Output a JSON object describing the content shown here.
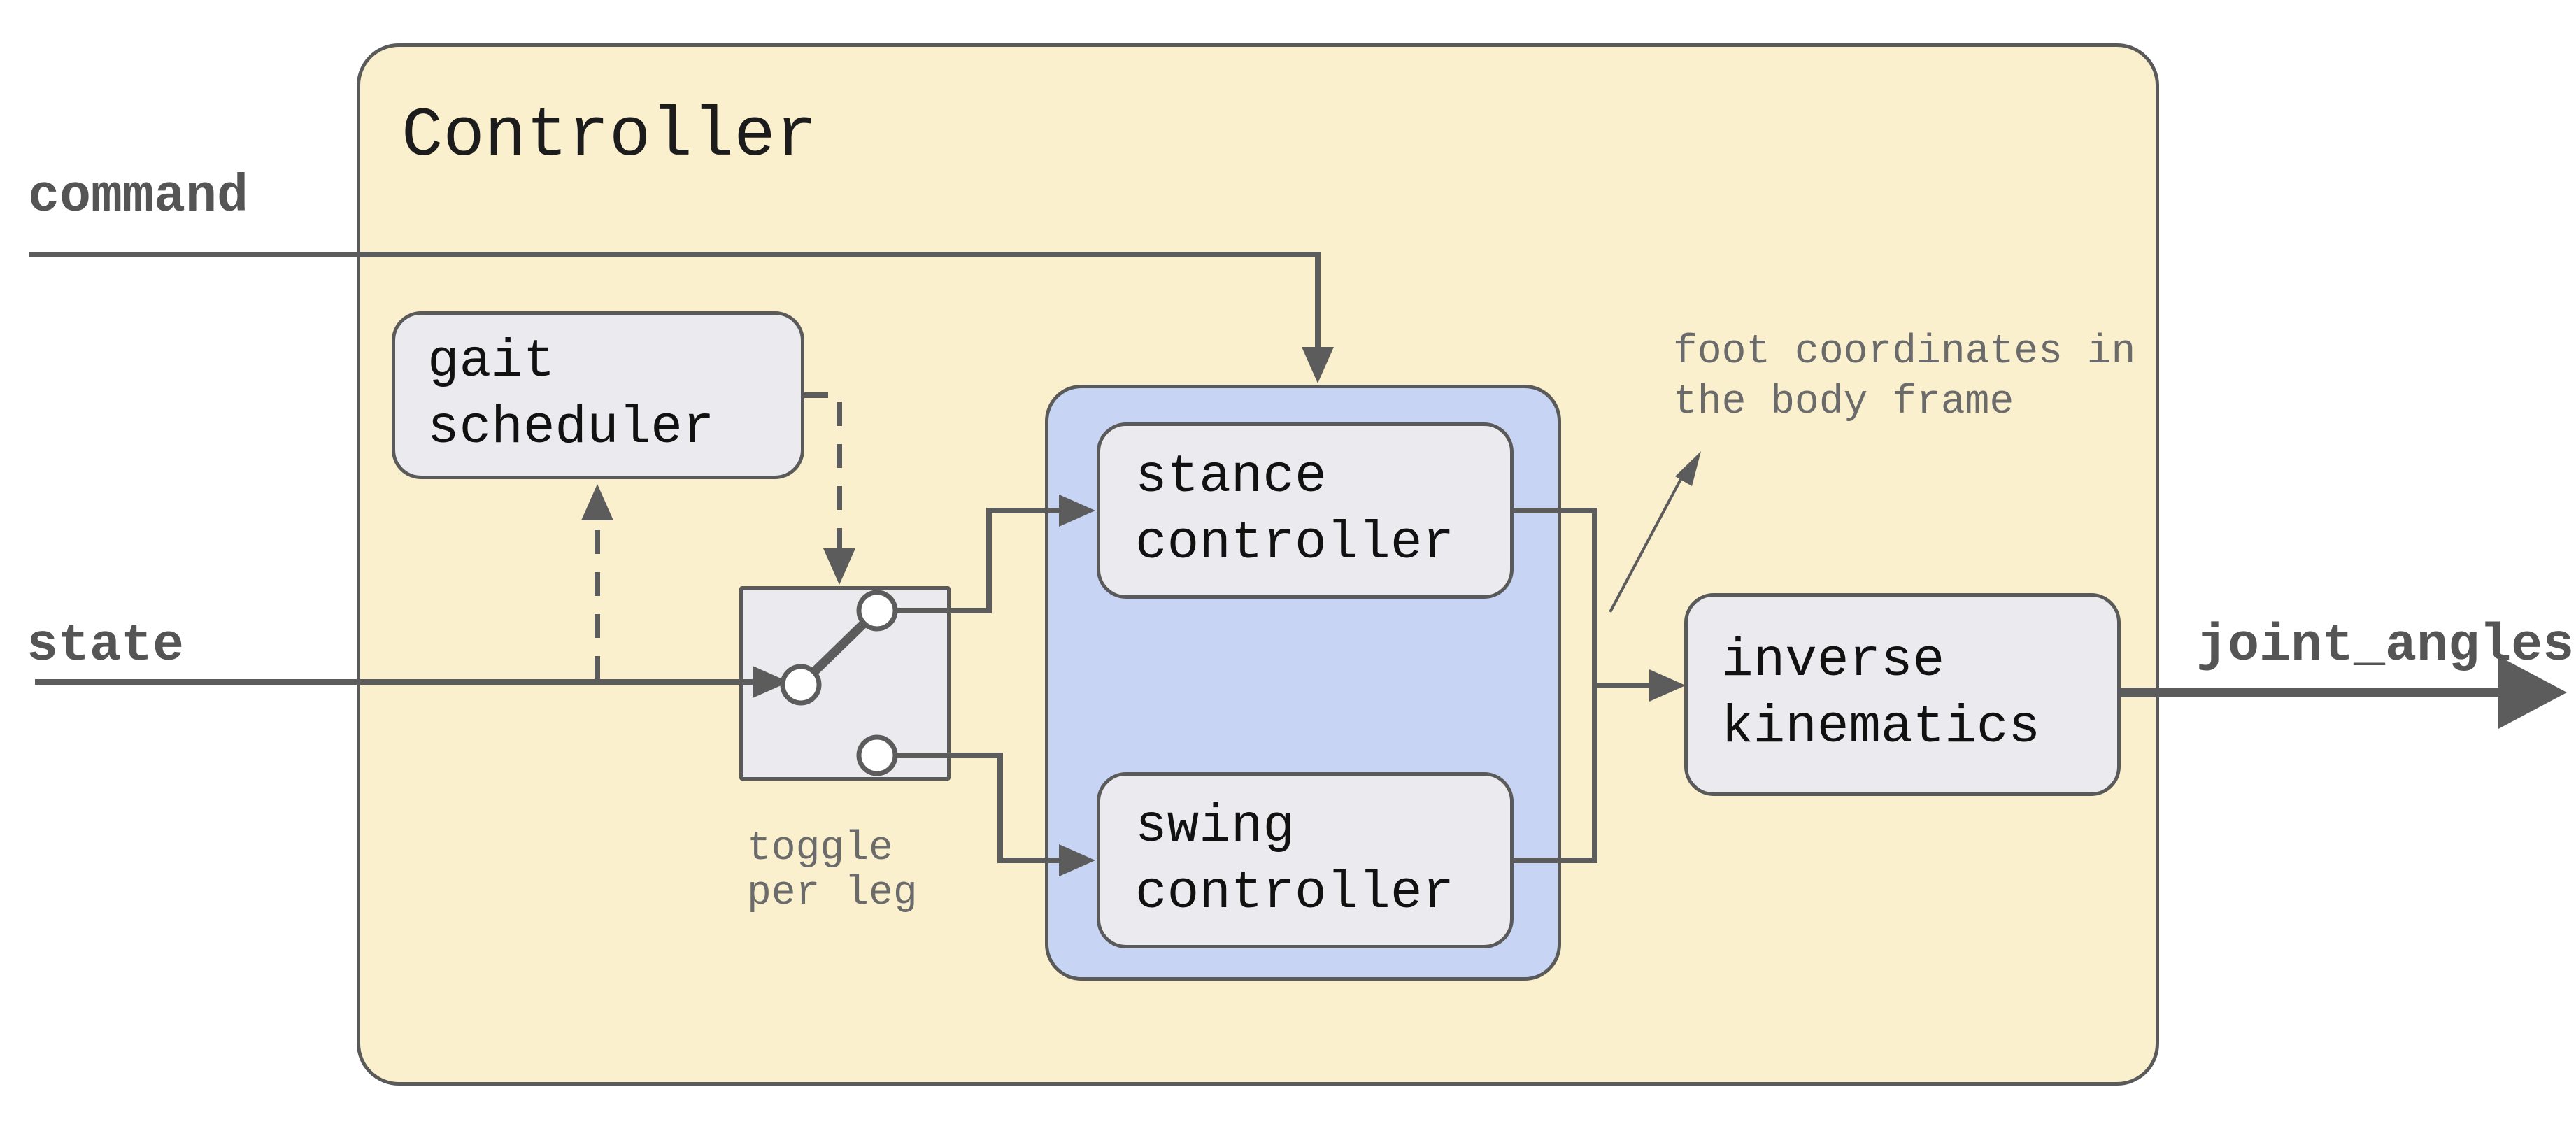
{
  "diagram_title": "Controller",
  "io_labels": {
    "command": "command",
    "state": "state",
    "joint_angles": "joint_angles"
  },
  "blocks": {
    "gait_scheduler": "gait scheduler",
    "stance_controller": "stance controller",
    "swing_controller": "swing controller",
    "inverse_kinematics": "inverse kinematics"
  },
  "annotations": {
    "foot_coordinates_line1": "foot coordinates in",
    "foot_coordinates_line2": "the body frame",
    "toggle_note_line1": "toggle",
    "toggle_note_line2": "per leg"
  },
  "icons": {
    "switch": "toggle-switch-icon",
    "arrows": [
      "command-arrow",
      "state-arrow",
      "gait-feedback-arrow",
      "gait-to-switch-arrow",
      "switch-to-stance-arrow",
      "switch-to-swing-arrow",
      "merge-to-ik-arrow",
      "joint-angles-output-arrow",
      "foot-coordinates-pointer-arrow"
    ]
  },
  "colors": {
    "controller_fill": "#faf0cd",
    "inner_group_fill": "#c8d4f3",
    "block_fill": "#ebebef",
    "line": "#5c5c5c",
    "border": "#5a5a5a",
    "label_text": "#555555",
    "annotation_text": "#6b6b6b",
    "block_text": "#111111"
  }
}
